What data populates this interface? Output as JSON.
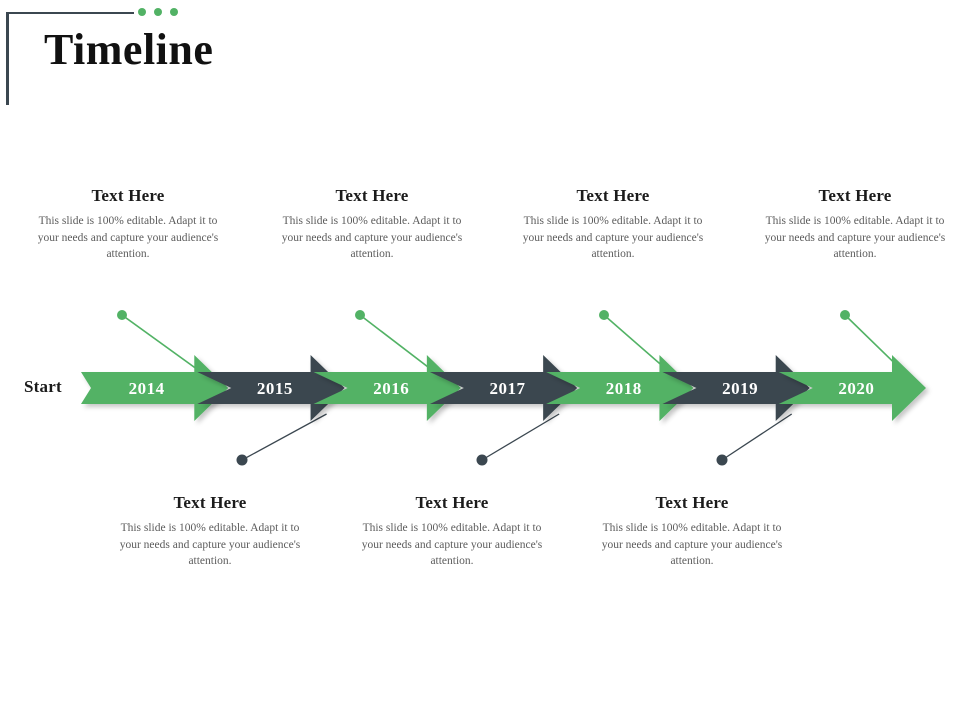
{
  "slide": {
    "title": "Timeline",
    "start_label": "Start",
    "accent_color": "#52b265",
    "dark_color": "#3b4750",
    "heading_color": "#1b1b1b",
    "body_color": "#5c5c5c",
    "decor_dots": 3
  },
  "timeline": {
    "segments": [
      {
        "year": "2014",
        "color": "#52b265"
      },
      {
        "year": "2015",
        "color": "#3b4750"
      },
      {
        "year": "2016",
        "color": "#52b265"
      },
      {
        "year": "2017",
        "color": "#3b4750"
      },
      {
        "year": "2018",
        "color": "#52b265"
      },
      {
        "year": "2019",
        "color": "#3b4750"
      },
      {
        "year": "2020",
        "color": "#52b265"
      }
    ]
  },
  "top_items": [
    {
      "heading": "Text Here",
      "body": "This slide is 100% editable. Adapt it to your needs and capture your audience's attention."
    },
    {
      "heading": "Text Here",
      "body": "This slide is 100% editable. Adapt it to your needs and capture your audience's attention."
    },
    {
      "heading": "Text Here",
      "body": "This slide is 100% editable. Adapt it to your needs and capture your audience's attention."
    },
    {
      "heading": "Text Here",
      "body": "This slide is 100% editable. Adapt it to your needs and capture your audience's attention."
    }
  ],
  "bottom_items": [
    {
      "heading": "Text Here",
      "body": "This slide is 100% editable. Adapt it to your needs and capture your audience's attention."
    },
    {
      "heading": "Text Here",
      "body": "This slide is 100% editable. Adapt it to your needs and capture your audience's attention."
    },
    {
      "heading": "Text Here",
      "body": "This slide is 100% editable. Adapt it to your needs and capture your audience's attention."
    }
  ]
}
